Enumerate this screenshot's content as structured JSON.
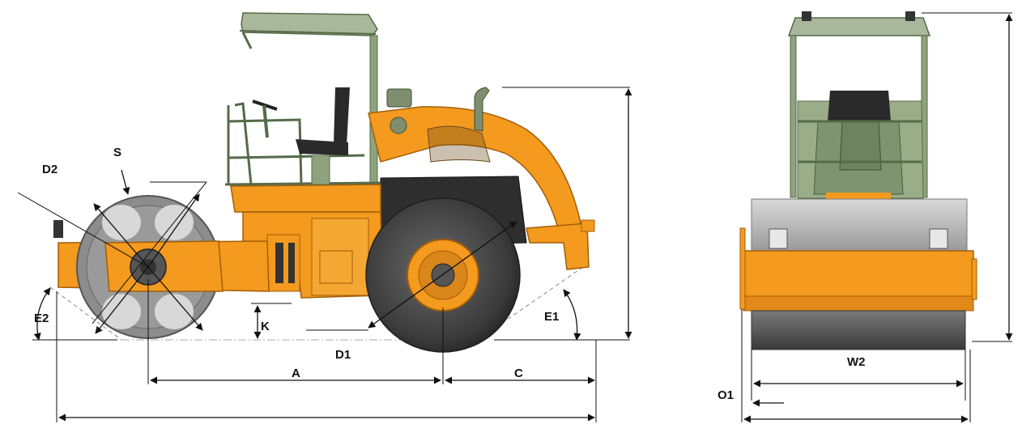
{
  "labels": {
    "d2": "D2",
    "s": "S",
    "e2": "E2",
    "k": "K",
    "d1": "D1",
    "e1": "E1",
    "a": "A",
    "c": "C",
    "w2": "W2",
    "o1": "O1"
  },
  "colors": {
    "orange": "#f39a1f",
    "orange_dark": "#c9740c",
    "canopy_green": "#a9b89a",
    "frame_green": "#8fa27e",
    "drum_gray": "#8c8c8c",
    "drum_light": "#c9c9c9",
    "tire_dark": "#3e3e3e",
    "engine_dark": "#2c2c2c",
    "line": "#111111"
  }
}
